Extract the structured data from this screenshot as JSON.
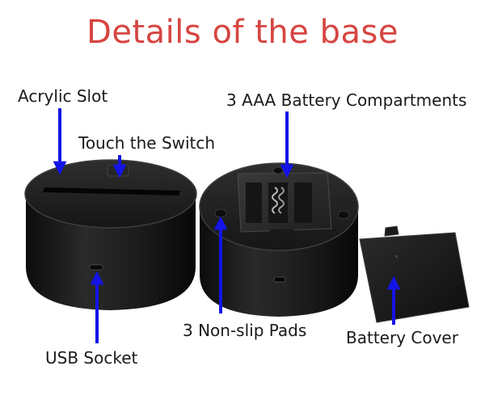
{
  "title": "Details of the base",
  "callouts": {
    "acrylic_slot": "Acrylic Slot",
    "battery_compartments": "3 AAA Battery Compartments",
    "touch_switch": "Touch the Switch",
    "non_slip_pads": "3 Non-slip Pads",
    "battery_cover": "Battery Cover",
    "usb_socket": "USB Socket"
  },
  "colors": {
    "title": "#d64541",
    "arrow": "#1414e6",
    "base_body": "#1b1b1b"
  }
}
